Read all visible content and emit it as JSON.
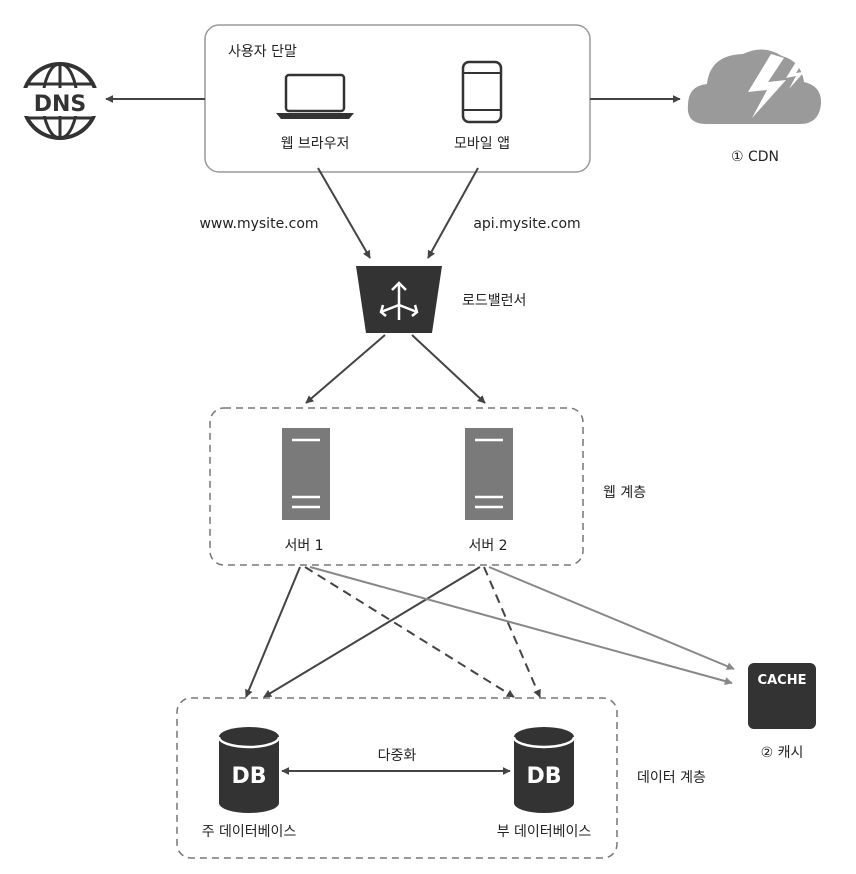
{
  "client_group": {
    "title": "사용자 단말"
  },
  "web_browser": {
    "label": "웹 브라우저"
  },
  "mobile_app": {
    "label": "모바일 앱"
  },
  "dns": {
    "text": "DNS"
  },
  "cdn": {
    "label": "① CDN"
  },
  "edges": {
    "www": "www.mysite.com",
    "api": "api.mysite.com"
  },
  "load_balancer": {
    "label": "로드밸런서"
  },
  "web_tier": {
    "label": "웹 계층",
    "servers": [
      {
        "label": "서버 1"
      },
      {
        "label": "서버 2"
      }
    ]
  },
  "cache": {
    "text": "CACHE",
    "label": "② 캐시"
  },
  "data_tier": {
    "label": "데이터 계층",
    "replication_label": "다중화",
    "primary": {
      "icon_text": "DB",
      "label": "주 데이터베이스"
    },
    "replica": {
      "icon_text": "DB",
      "label": "부 데이터베이스"
    }
  },
  "colors": {
    "dark": "#333333",
    "server": "#777777",
    "cdn": "#999999",
    "dashed": "#777777"
  }
}
